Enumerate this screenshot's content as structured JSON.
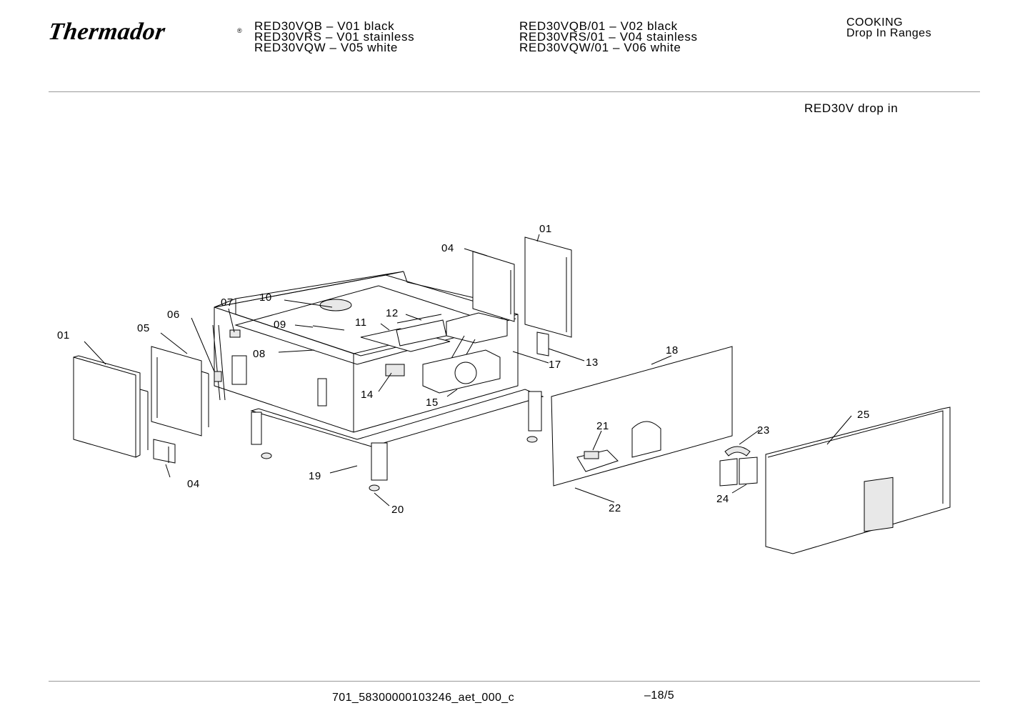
{
  "header": {
    "brand": "Thermador",
    "brand_mark": "®",
    "models_col1": [
      "RED30VQB – V01 black",
      "RED30VRS – V01 stainless",
      "RED30VQW – V05 white"
    ],
    "models_col2": [
      "RED30VQB/01 – V02 black",
      "RED30VRS/01 – V04 stainless",
      "RED30VQW/01 – V06 white"
    ],
    "category": "COOKING",
    "subcategory": "Drop In Ranges"
  },
  "diagram": {
    "title": "RED30V drop in",
    "callouts": [
      "01",
      "04",
      "05",
      "06",
      "07",
      "08",
      "09",
      "10",
      "11",
      "12",
      "13",
      "14",
      "15",
      "17",
      "18",
      "19",
      "20",
      "21",
      "22",
      "23",
      "24",
      "25",
      "01",
      "04"
    ]
  },
  "footer": {
    "document_code": "701_58300000103246_aet_000_c",
    "page": "–18/5"
  }
}
